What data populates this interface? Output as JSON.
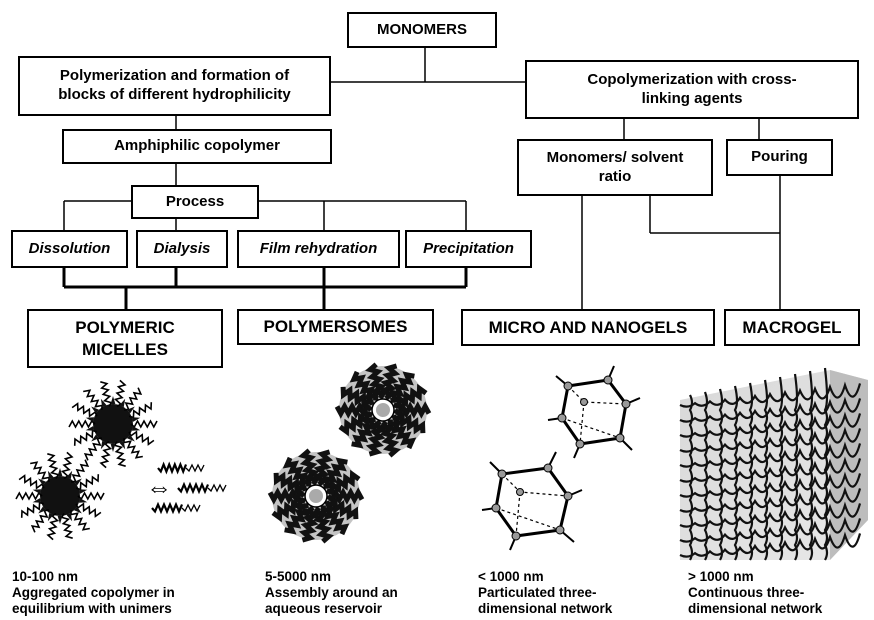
{
  "boxes": {
    "monomers": "MONOMERS",
    "polymerization": [
      "Polymerization and formation of",
      "blocks of different hydrophilicity"
    ],
    "copolymerization": [
      "Copolymerization with cross-",
      "linking agents"
    ],
    "amphiphilic": "Amphiphilic copolymer",
    "monomers_ratio": [
      "Monomers/ solvent",
      "ratio"
    ],
    "pouring": "Pouring",
    "process": "Process",
    "dissolution": "Dissolution",
    "dialysis": "Dialysis",
    "film_rehydration": "Film rehydration",
    "precipitation": "Precipitation",
    "polymeric_micelles": [
      "POLYMERIC",
      "MICELLES"
    ],
    "polymersomes": "POLYMERSOMES",
    "micro_nanogels": "MICRO AND NANOGELS",
    "macrogel": "MACROGEL"
  },
  "captions": [
    {
      "size": "10-100 nm",
      "lines": [
        "Aggregated copolymer in",
        "equilibrium with unimers"
      ]
    },
    {
      "size": "5-5000 nm",
      "lines": [
        "Assembly around an",
        "aqueous reservoir"
      ]
    },
    {
      "size": "< 1000 nm",
      "lines": [
        "Particulated three-",
        "dimensional network"
      ]
    },
    {
      "size": "> 1000 nm",
      "lines": [
        "Continuous three-",
        "dimensional network"
      ]
    }
  ],
  "arrow_symbol": "⇔"
}
